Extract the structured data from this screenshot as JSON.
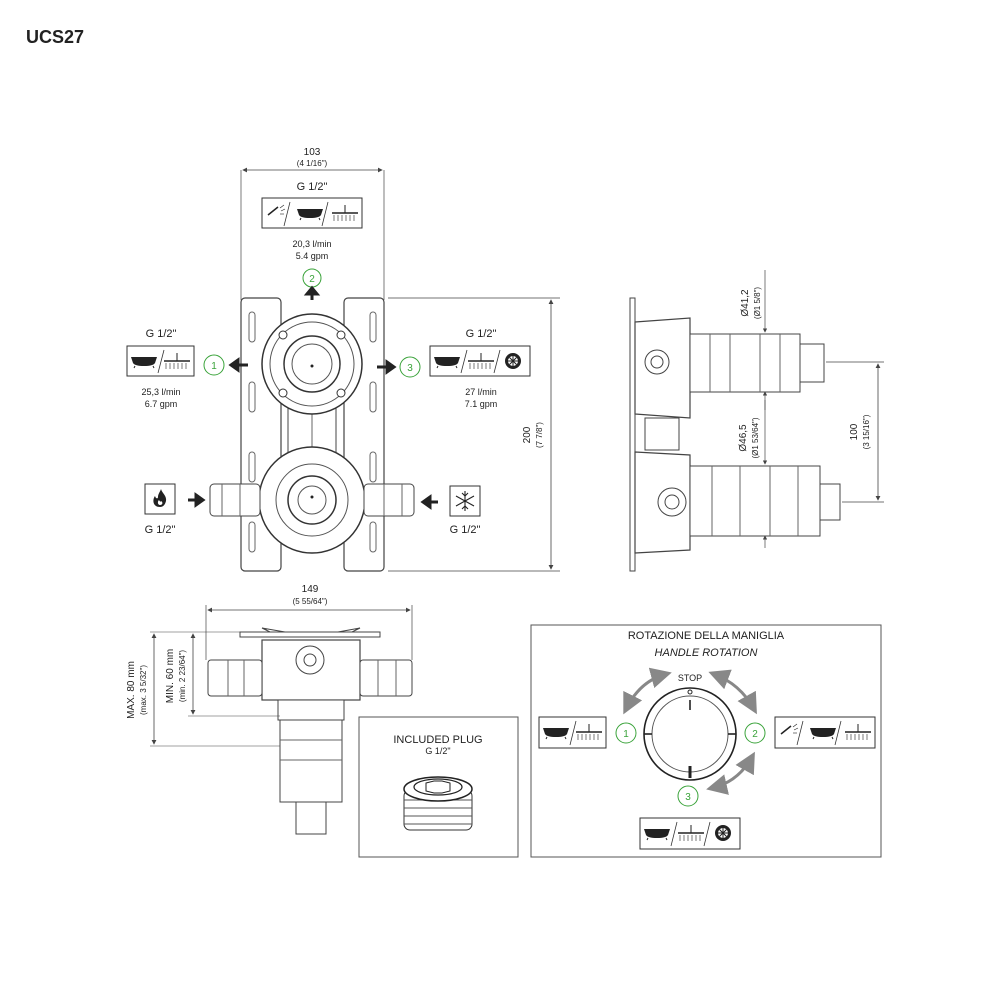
{
  "header": {
    "title": "UCS27"
  },
  "front_view": {
    "width": {
      "mm": "103",
      "inch": "(4 1/16\")"
    },
    "height": {
      "mm": "200",
      "inch": "(7 7/8\")"
    },
    "outlet_top": {
      "thread": "G 1/2\"",
      "flow_lmin": "20,3 l/min",
      "flow_gpm": "5.4 gpm",
      "number": "2"
    },
    "outlet_left": {
      "thread": "G 1/2\"",
      "flow_lmin": "25,3 l/min",
      "flow_gpm": "6.7 gpm",
      "number": "1"
    },
    "outlet_right": {
      "thread": "G 1/2\"",
      "flow_lmin": "27 l/min",
      "flow_gpm": "7.1 gpm",
      "number": "3"
    },
    "inlet_hot": {
      "thread": "G 1/2\"",
      "icon": "flame-icon"
    },
    "inlet_cold": {
      "thread": "G 1/2\"",
      "icon": "snowflake-icon"
    }
  },
  "side_view": {
    "dia_top": {
      "mm": "Ø41,2",
      "inch": "(Ø1 5/8\")"
    },
    "dia_bottom": {
      "mm": "Ø46,5",
      "inch": "(Ø1 53/64\")"
    },
    "spacing": {
      "mm": "100",
      "inch": "(3 15/16\")"
    }
  },
  "top_view": {
    "width": {
      "mm": "149",
      "inch": "(5 55/64\")"
    },
    "max_depth": {
      "mm": "MAX. 80 mm",
      "inch": "(max. 3 5/32\")"
    },
    "min_depth": {
      "mm": "MIN. 60 mm",
      "inch": "(min. 2 23/64\")"
    }
  },
  "included_plug": {
    "title": "INCLUDED PLUG",
    "thread": "G 1/2\""
  },
  "handle_rotation": {
    "title_it": "ROTAZIONE DELLA MANIGLIA",
    "title_en": "HANDLE ROTATION",
    "stop_label": "STOP",
    "pos1": "1",
    "pos2": "2",
    "pos3": "3"
  },
  "colors": {
    "accent_green": "#3aa33a",
    "line": "#444444"
  }
}
